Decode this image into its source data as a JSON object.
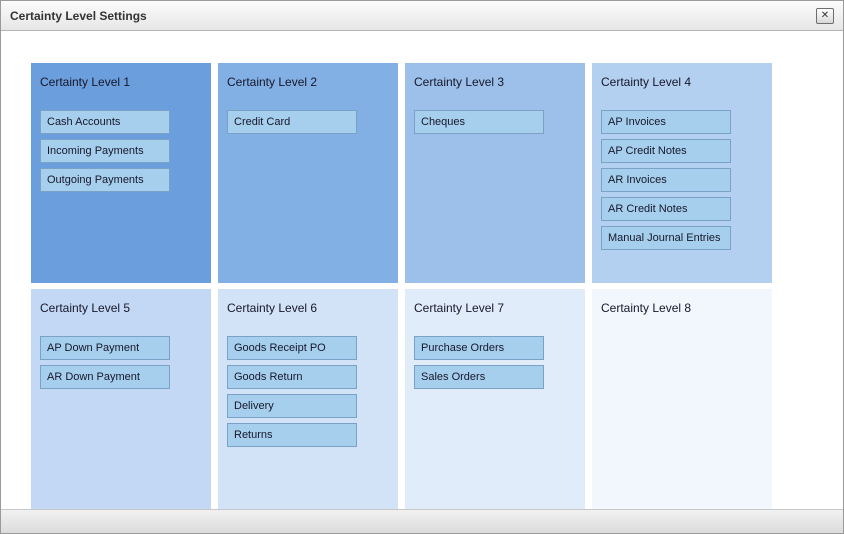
{
  "window": {
    "title": "Certainty Level Settings",
    "close_icon": "✕"
  },
  "colors": {
    "item_bg": "#a6cfee",
    "item_border": "#7ba2c6",
    "panel_bgs": [
      "#6b9edc",
      "#82afe4",
      "#9cc0ea",
      "#b3d0f0",
      "#c3d8f4",
      "#d2e2f7",
      "#e1ecfa",
      "#f1f7fd"
    ]
  },
  "panels": [
    {
      "label": "Certainty Level 1",
      "items": [
        "Cash Accounts",
        "Incoming Payments",
        "Outgoing Payments"
      ]
    },
    {
      "label": "Certainty Level 2",
      "items": [
        "Credit Card"
      ]
    },
    {
      "label": "Certainty Level 3",
      "items": [
        "Cheques"
      ]
    },
    {
      "label": "Certainty Level 4",
      "items": [
        "AP Invoices",
        "AP Credit Notes",
        "AR Invoices",
        "AR Credit Notes",
        "Manual Journal Entries"
      ]
    },
    {
      "label": "Certainty Level 5",
      "items": [
        "AP Down Payment",
        "AR Down Payment"
      ]
    },
    {
      "label": "Certainty Level 6",
      "items": [
        "Goods Receipt PO",
        "Goods Return",
        "Delivery",
        "Returns"
      ]
    },
    {
      "label": "Certainty Level 7",
      "items": [
        "Purchase Orders",
        "Sales Orders"
      ]
    },
    {
      "label": "Certainty Level 8",
      "items": []
    }
  ]
}
